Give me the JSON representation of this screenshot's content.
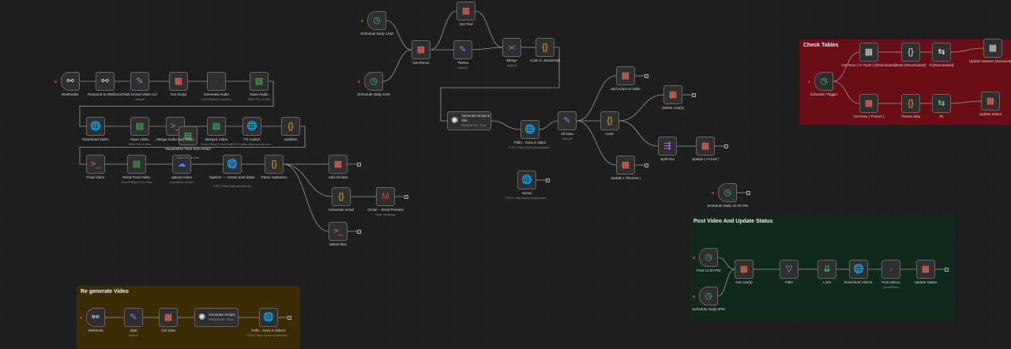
{
  "groups": [
    {
      "id": "check",
      "title": "Check Tables",
      "color": "#6b0d14"
    },
    {
      "id": "post",
      "title": "Post Video And Update Status",
      "color": "#11291d"
    },
    {
      "id": "regen",
      "title": "Re generate Video",
      "color": "#3b2c05"
    }
  ],
  "icon_colors": {
    "table": "#ff6d5a",
    "globe": "#8f82f5",
    "code": "#f6a623",
    "file": "#3fcf5b",
    "pencil": "#8a7cf2",
    "terminal": "#e0707a",
    "clock": "#3ecf8e",
    "webhook": "#e8e8e8",
    "merge": "#4fb3d9",
    "openai": "#e8e8e8",
    "split": "#b071f5",
    "filter": "#5aa9f5",
    "limit": "#3fcf5b",
    "gmail": "#ea4335",
    "if": "#e8e8e8",
    "if_green": "#6be07a",
    "upload": "#4a7df0",
    "box": "#777",
    "tiktok": "#3a5bd9"
  },
  "nodes": [
    {
      "id": "webhook1",
      "label": "Webhook1",
      "icon": "webhook",
      "trigger": true
    },
    {
      "id": "respond",
      "label": "Respond to Webhook",
      "icon": "webhook"
    },
    {
      "id": "taskid",
      "label": "Task Id and Video Url",
      "sub": "manual",
      "icon": "pencil"
    },
    {
      "id": "getscript",
      "label": "Get Script",
      "icon": "table"
    },
    {
      "id": "genaudio",
      "label": "Generate Audio",
      "sub": "textToSpeech: speech",
      "icon": "box"
    },
    {
      "id": "saveaudio",
      "label": "Save Audio",
      "sub": "Write File to Disk",
      "icon": "file"
    },
    {
      "id": "dlvideo",
      "label": "Download Video",
      "icon": "globe"
    },
    {
      "id": "savevideo",
      "label": "Save Video",
      "sub": "Write File to Disk",
      "icon": "file"
    },
    {
      "id": "mergeav",
      "label": "Merge Audio and Video",
      "icon": "terminal"
    },
    {
      "id": "rw3",
      "label": "Read/Write Files from Disk3",
      "sub": "Write File to Disk",
      "icon": "file"
    },
    {
      "id": "merged",
      "label": "Merged Video",
      "sub": "Read File(s) From Disk",
      "icon": "file"
    },
    {
      "id": "ts1",
      "label": "TS Audio1",
      "sub": "POST: https://api.openai.com...",
      "icon": "globe"
    },
    {
      "id": "subtitles",
      "label": "subtitles",
      "icon": "code"
    },
    {
      "id": "finalvideo",
      "label": "Final Video",
      "icon": "terminal"
    },
    {
      "id": "readfinal",
      "label": "Read Final Video",
      "sub": "Read File(s) From Disk",
      "icon": "file"
    },
    {
      "id": "upload",
      "label": "upload video",
      "sub": "uploadFile: upload",
      "icon": "upload"
    },
    {
      "id": "openai",
      "label": "OpenAI — create post data1",
      "sub": "POST: https://api.openai.com",
      "icon": "globe"
    },
    {
      "id": "parse",
      "label": "Parse captions1",
      "icon": "code"
    },
    {
      "id": "addall",
      "label": "Add All data",
      "icon": "table"
    },
    {
      "id": "genemail",
      "label": "Generate email",
      "icon": "code"
    },
    {
      "id": "gmail",
      "label": "Gmail – Send Preview",
      "sub": "send: message",
      "icon": "gmail"
    },
    {
      "id": "delfiles",
      "label": "delete files",
      "icon": "terminal"
    },
    {
      "id": "sch1am",
      "label": "Schedule Daily 1AM",
      "icon": "clock",
      "trigger": true
    },
    {
      "id": "sch2am",
      "label": "Schedule Daily 2AM",
      "icon": "clock",
      "trigger": true
    },
    {
      "id": "gettheme",
      "label": "Get theme",
      "icon": "table"
    },
    {
      "id": "gettool",
      "label": "Get Tool",
      "icon": "table"
    },
    {
      "id": "theme",
      "label": "Theme",
      "sub": "manual",
      "icon": "pencil"
    },
    {
      "id": "merge",
      "label": "Merge",
      "sub": "append",
      "icon": "merge"
    },
    {
      "id": "codejs",
      "label": "Code in JavaScript",
      "icon": "code"
    },
    {
      "id": "genscript",
      "label": "Generate Script & title...",
      "sub": "Response: Text",
      "icon": "openai",
      "wide": true
    },
    {
      "id": "pollo",
      "label": "Pollo - Sora 2 Video",
      "sub": "POST: https://pollo.ai/api/platfo...",
      "icon": "globe"
    },
    {
      "id": "alldata",
      "label": "All Data",
      "sub": "manual",
      "icon": "pencil"
    },
    {
      "id": "addscript",
      "label": "add script on table",
      "icon": "table"
    },
    {
      "id": "tools",
      "label": "tools",
      "icon": "code"
    },
    {
      "id": "delrow",
      "label": "Delete row(s)",
      "icon": "table"
    },
    {
      "id": "splitout",
      "label": "Split Out",
      "icon": "split"
    },
    {
      "id": "updtool",
      "label": "Update ( AI tool )",
      "icon": "table"
    },
    {
      "id": "updthemes",
      "label": "Update ( Themes )",
      "icon": "table"
    },
    {
      "id": "sora2",
      "label": "Sora2",
      "sub": "POST: https://pollo.ai/api/platfo...",
      "icon": "globe"
    },
    {
      "id": "sch1230",
      "label": "Schedule Daily 12:30 PM",
      "icon": "clock",
      "trigger": true
    },
    {
      "id": "schtrig",
      "label": "Schedule Trigger",
      "icon": "clock",
      "trigger": true
    },
    {
      "id": "getrowai",
      "label": "Get Row ( AI Tools ) (Deactivated)",
      "icon": "table_off"
    },
    {
      "id": "datad",
      "label": "Data (Deactivated)",
      "icon": "code_off"
    },
    {
      "id": "ifd",
      "label": "If (Deactivated)",
      "icon": "if"
    },
    {
      "id": "updstatus1",
      "label": "Update Status1 (Deactivated)",
      "icon": "table_off"
    },
    {
      "id": "getrowtheme",
      "label": "Get Row ( Theme )",
      "icon": "table"
    },
    {
      "id": "themedata",
      "label": "Theme data",
      "icon": "code"
    },
    {
      "id": "if1",
      "label": "If1",
      "icon": "if_green"
    },
    {
      "id": "updstatus",
      "label": "Update status",
      "icon": "table"
    },
    {
      "id": "post1230",
      "label": "Post 12:30 PM",
      "icon": "clock",
      "trigger": true
    },
    {
      "id": "sch6pm",
      "label": "Schedule Daily 6PM",
      "icon": "clock",
      "trigger": true
    },
    {
      "id": "getrows",
      "label": "Get row(s)",
      "icon": "table"
    },
    {
      "id": "filter",
      "label": "Filter",
      "icon": "filter"
    },
    {
      "id": "limit",
      "label": "Limit",
      "icon": "limit"
    },
    {
      "id": "dlvideo1",
      "label": "Download Video1",
      "icon": "globe"
    },
    {
      "id": "postvideo1",
      "label": "Post video1",
      "sub": "uploadVideo",
      "icon": "tiktok"
    },
    {
      "id": "updstatus2",
      "label": "Update Status",
      "icon": "table"
    },
    {
      "id": "webhook",
      "label": "Webhook",
      "icon": "webhook",
      "trigger": true
    },
    {
      "id": "data",
      "label": "data",
      "sub": "manual",
      "icon": "pencil"
    },
    {
      "id": "getdata",
      "label": "Get data",
      "icon": "table"
    },
    {
      "id": "genscript1",
      "label": "Generate Script1",
      "sub": "Response: Text",
      "icon": "openai",
      "wide": true
    },
    {
      "id": "pollo1",
      "label": "Pollo - Sora 2 Video1",
      "sub": "POST: https://pollo.ai/api/platfo...",
      "icon": "globe"
    }
  ],
  "edges": [
    [
      "webhook1",
      "respond"
    ],
    [
      "respond",
      "taskid"
    ],
    [
      "taskid",
      "getscript"
    ],
    [
      "getscript",
      "genaudio"
    ],
    [
      "genaudio",
      "saveaudio"
    ],
    [
      "saveaudio",
      "dlvideo"
    ],
    [
      "dlvideo",
      "savevideo"
    ],
    [
      "savevideo",
      "mergeav"
    ],
    [
      "mergeav",
      "merged"
    ],
    [
      "merged",
      "ts1"
    ],
    [
      "ts1",
      "subtitles"
    ],
    [
      "subtitles",
      "finalvideo"
    ],
    [
      "finalvideo",
      "readfinal"
    ],
    [
      "readfinal",
      "upload"
    ],
    [
      "upload",
      "openai"
    ],
    [
      "openai",
      "parse"
    ],
    [
      "parse",
      "addall"
    ],
    [
      "parse",
      "genemail"
    ],
    [
      "parse",
      "delfiles"
    ],
    [
      "genemail",
      "gmail"
    ],
    [
      "sch1am",
      "gettheme"
    ],
    [
      "sch2am",
      "gettheme"
    ],
    [
      "gettheme",
      "gettool"
    ],
    [
      "gettheme",
      "theme"
    ],
    [
      "gettool",
      "merge"
    ],
    [
      "theme",
      "merge"
    ],
    [
      "merge",
      "codejs"
    ],
    [
      "codejs",
      "genscript"
    ],
    [
      "genscript",
      "pollo"
    ],
    [
      "pollo",
      "alldata"
    ],
    [
      "alldata",
      "addscript"
    ],
    [
      "alldata",
      "tools"
    ],
    [
      "alldata",
      "updthemes"
    ],
    [
      "tools",
      "delrow"
    ],
    [
      "tools",
      "splitout"
    ],
    [
      "splitout",
      "updtool"
    ],
    [
      "schtrig",
      "getrowai"
    ],
    [
      "schtrig",
      "getrowtheme"
    ],
    [
      "getrowai",
      "datad"
    ],
    [
      "datad",
      "ifd"
    ],
    [
      "ifd",
      "updstatus1"
    ],
    [
      "getrowtheme",
      "themedata"
    ],
    [
      "themedata",
      "if1"
    ],
    [
      "if1",
      "updstatus"
    ],
    [
      "post1230",
      "getrows"
    ],
    [
      "sch6pm",
      "getrows"
    ],
    [
      "getrows",
      "filter"
    ],
    [
      "filter",
      "limit"
    ],
    [
      "limit",
      "dlvideo1"
    ],
    [
      "dlvideo1",
      "postvideo1"
    ],
    [
      "postvideo1",
      "updstatus2"
    ],
    [
      "webhook",
      "data"
    ],
    [
      "data",
      "getdata"
    ],
    [
      "getdata",
      "genscript1"
    ],
    [
      "genscript1",
      "pollo1"
    ]
  ]
}
